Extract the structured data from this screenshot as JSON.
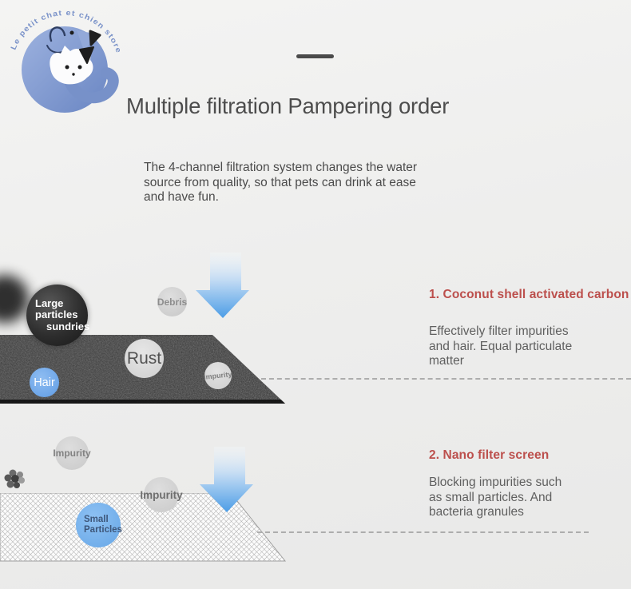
{
  "logo": {
    "arc_text": "Le petit chat et chien store"
  },
  "header": {
    "title": "Multiple filtration Pampering order",
    "description_lines": [
      "The 4-channel filtration system changes the water",
      "source from quality, so that pets can drink at ease",
      "and have fun."
    ]
  },
  "sections": [
    {
      "heading": "1. Coconut shell activated carbon",
      "body_lines": [
        "Effectively filter impurities",
        "and hair. Equal particulate",
        "matter"
      ],
      "particles": {
        "large_lines": [
          "Large",
          "particles",
          "sundries"
        ],
        "debris": "Debris",
        "rust": "Rust",
        "hair": "Hair",
        "impurity": "Impurity"
      }
    },
    {
      "heading": "2. Nano filter screen",
      "body_lines": [
        "Blocking impurities such",
        "as small particles. And",
        "bacteria granules"
      ],
      "particles": {
        "impurity_top": "Impurity",
        "impurity_mid": "Impurity",
        "small_lines": [
          "Small",
          "Particles"
        ]
      }
    }
  ],
  "colors": {
    "accent_red": "#bc4f4c",
    "arrow_blue": "#4c9de6",
    "hair_blue": "#5f9ce4",
    "small_particles_blue": "#67a7e7",
    "title_gray": "#4d4d4d",
    "filter_dark": "#343434"
  }
}
